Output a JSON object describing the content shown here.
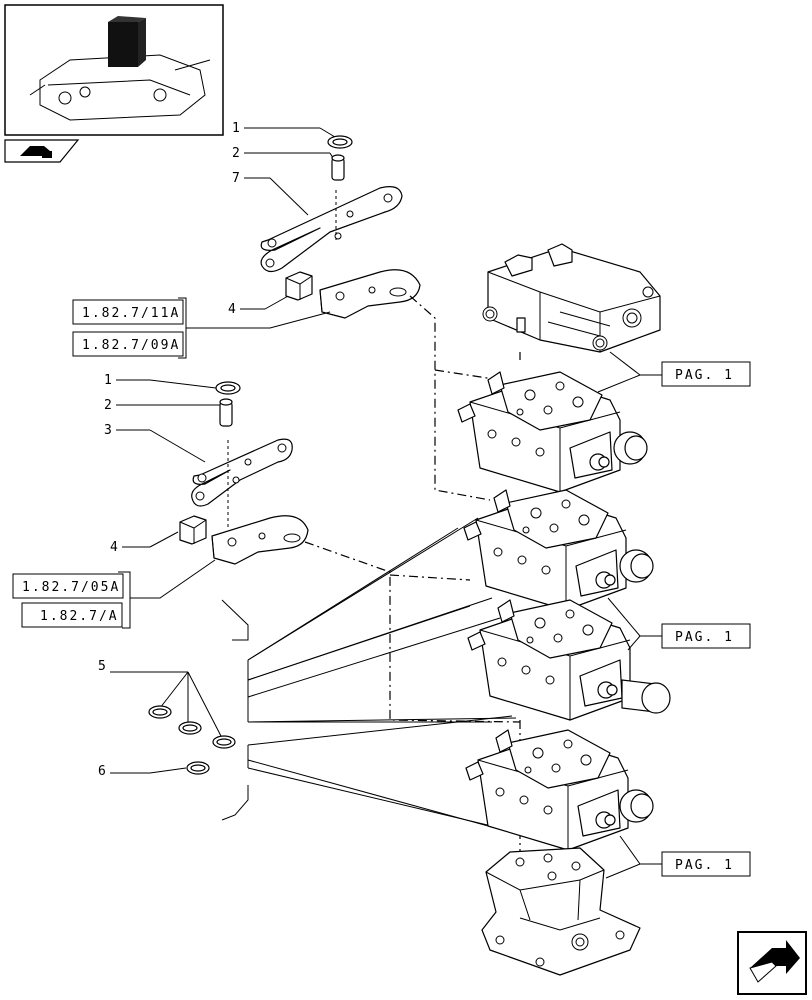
{
  "callouts": {
    "c1a": "1",
    "c2a": "2",
    "c7": "7",
    "c4a": "4",
    "c1b": "1",
    "c2b": "2",
    "c3": "3",
    "c4b": "4",
    "c5": "5",
    "c6": "6"
  },
  "refs": {
    "r1": "1.82.7/11A",
    "r2": "1.82.7/09A",
    "r3": "1.82.7/05A",
    "r4": "1.82.7/A"
  },
  "pag": {
    "p1": "PAG. 1",
    "p2": "PAG. 1",
    "p3": "PAG. 1"
  },
  "icons": {
    "thumb": "tractor-hitch-thumbnail",
    "nav_small": "book-arrow-icon",
    "nav_big": "next-page-arrow-icon"
  }
}
